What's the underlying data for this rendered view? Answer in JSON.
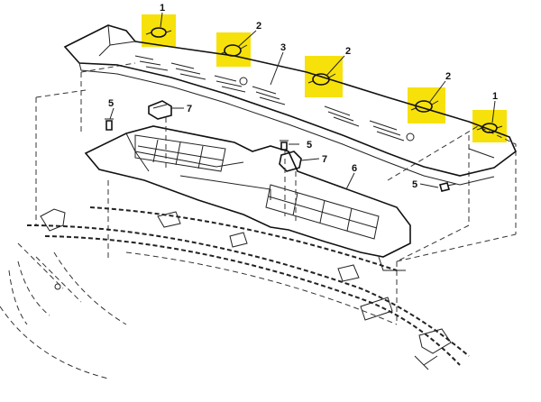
{
  "diagram": {
    "callouts": [
      {
        "id": "c1a",
        "label": "1",
        "highlighted": true
      },
      {
        "id": "c2a",
        "label": "2",
        "highlighted": true
      },
      {
        "id": "c3",
        "label": "3",
        "highlighted": false
      },
      {
        "id": "c2b",
        "label": "2",
        "highlighted": true
      },
      {
        "id": "c2c",
        "label": "2",
        "highlighted": true
      },
      {
        "id": "c1b",
        "label": "1",
        "highlighted": true
      },
      {
        "id": "c5a",
        "label": "5",
        "highlighted": false
      },
      {
        "id": "c7a",
        "label": "7",
        "highlighted": false
      },
      {
        "id": "c5b",
        "label": "5",
        "highlighted": false
      },
      {
        "id": "c7b",
        "label": "7",
        "highlighted": false
      },
      {
        "id": "c6",
        "label": "6",
        "highlighted": false
      },
      {
        "id": "c5c",
        "label": "5",
        "highlighted": false
      }
    ],
    "colors": {
      "highlight": "#f7e10a",
      "line": "#111111",
      "background": "#ffffff"
    }
  }
}
